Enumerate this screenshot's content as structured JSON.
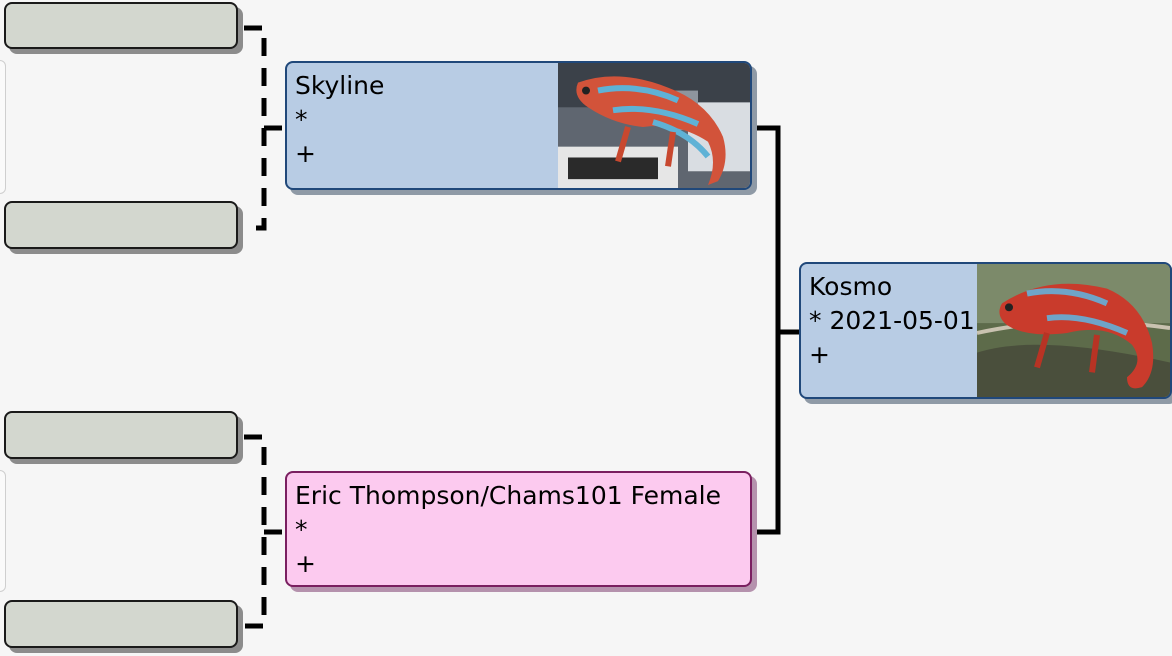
{
  "people": {
    "child": {
      "name": "Kosmo",
      "birth": "* 2021-05-01",
      "death": "+",
      "photo": "red-panther-chameleon-photo"
    },
    "father": {
      "name": "Skyline",
      "birth": "*",
      "death": "+",
      "photo": "red-blue-panther-chameleon-photo"
    },
    "mother": {
      "name": "Eric Thompson/Chams101 Female",
      "birth": "*",
      "death": "+"
    }
  },
  "colors": {
    "male_fill": "#b8cce4",
    "male_border": "#20487a",
    "female_fill": "#fccaef",
    "female_border": "#7a1f60",
    "empty_fill": "#d3d7cf"
  }
}
